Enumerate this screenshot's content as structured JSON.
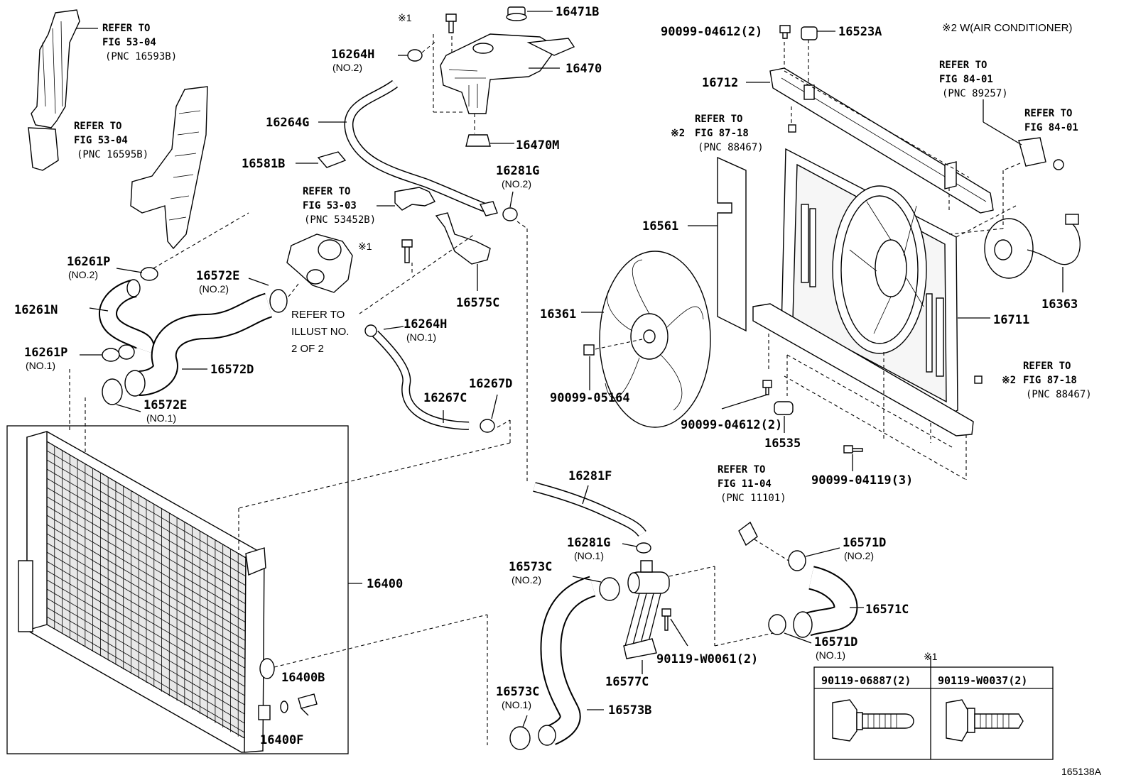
{
  "figure_id": "165138A",
  "note_header": "※2 W(AIR CONDITIONER)",
  "refs": [
    {
      "l1": "REFER TO",
      "l2": "FIG 53-04",
      "l3": "(PNC 16593B)",
      "prefix": ""
    },
    {
      "l1": "REFER TO",
      "l2": "FIG 53-04",
      "l3": "(PNC 16595B)",
      "prefix": ""
    },
    {
      "l1": "REFER TO",
      "l2": "FIG 53-03",
      "l3": "(PNC 53452B)",
      "prefix": ""
    },
    {
      "l1": "REFER TO",
      "l2": "FIG 87-18",
      "l3": "(PNC 88467)",
      "prefix": "※2"
    },
    {
      "l1": "REFER TO",
      "l2": "FIG 84-01",
      "l3": "(PNC 89257)",
      "prefix": ""
    },
    {
      "l1": "REFER TO",
      "l2": "FIG 84-01",
      "l3": "",
      "prefix": ""
    },
    {
      "l1": "REFER TO",
      "l2": "FIG 87-18",
      "l3": "(PNC 88467)",
      "prefix": "※2"
    },
    {
      "l1": "REFER TO",
      "l2": "FIG 11-04",
      "l3": "(PNC 11101)",
      "prefix": ""
    }
  ],
  "illust_ref": [
    "REFER TO",
    "ILLUST NO.",
    "2 OF 2"
  ],
  "parts": {
    "p16471B": "16471B",
    "p16470": "16470",
    "p16470M": "16470M",
    "p16264H_2": "16264H",
    "p16264H_2s": "(NO.2)",
    "p16264G": "16264G",
    "p16581B": "16581B",
    "p16281G_2": "16281G",
    "p16281G_2s": "(NO.2)",
    "p16261P_2": "16261P",
    "p16261P_2s": "(NO.2)",
    "p16572E_2": "16572E",
    "p16572E_2s": "(NO.2)",
    "p16261N": "16261N",
    "p16575C": "16575C",
    "p16264H_1": "16264H",
    "p16264H_1s": "(NO.1)",
    "p16261P_1": "16261P",
    "p16261P_1s": "(NO.1)",
    "p16572D": "16572D",
    "p16267D": "16267D",
    "p16267C": "16267C",
    "p16572E_1": "16572E",
    "p16572E_1s": "(NO.1)",
    "p16400": "16400",
    "p16400B": "16400B",
    "p16400F": "16400F",
    "p16281F": "16281F",
    "p16281G_1": "16281G",
    "p16281G_1s": "(NO.1)",
    "p16573C_2": "16573C",
    "p16573C_2s": "(NO.2)",
    "p16573C_1": "16573C",
    "p16573C_1s": "(NO.1)",
    "p16573B": "16573B",
    "p16577C": "16577C",
    "p90119W0061": "90119-W0061(2)",
    "p16571D_2": "16571D",
    "p16571D_2s": "(NO.2)",
    "p16571C": "16571C",
    "p16571D_1": "16571D",
    "p16571D_1s": "(NO.1)",
    "p90099_04612a": "90099-04612(2)",
    "p16523A": "16523A",
    "p16712": "16712",
    "p16561": "16561",
    "p16361": "16361",
    "p90099_05164": "90099-05164",
    "p90099_04612b": "90099-04612(2)",
    "p16535": "16535",
    "p90099_04119": "90099-04119(3)",
    "p16711": "16711",
    "p16363": "16363",
    "m1a": "※1",
    "m1b": "※1",
    "m2": "※2"
  },
  "table": {
    "title": "※1",
    "headers": [
      "90119-06887(2)",
      "90119-W0037(2)"
    ]
  }
}
